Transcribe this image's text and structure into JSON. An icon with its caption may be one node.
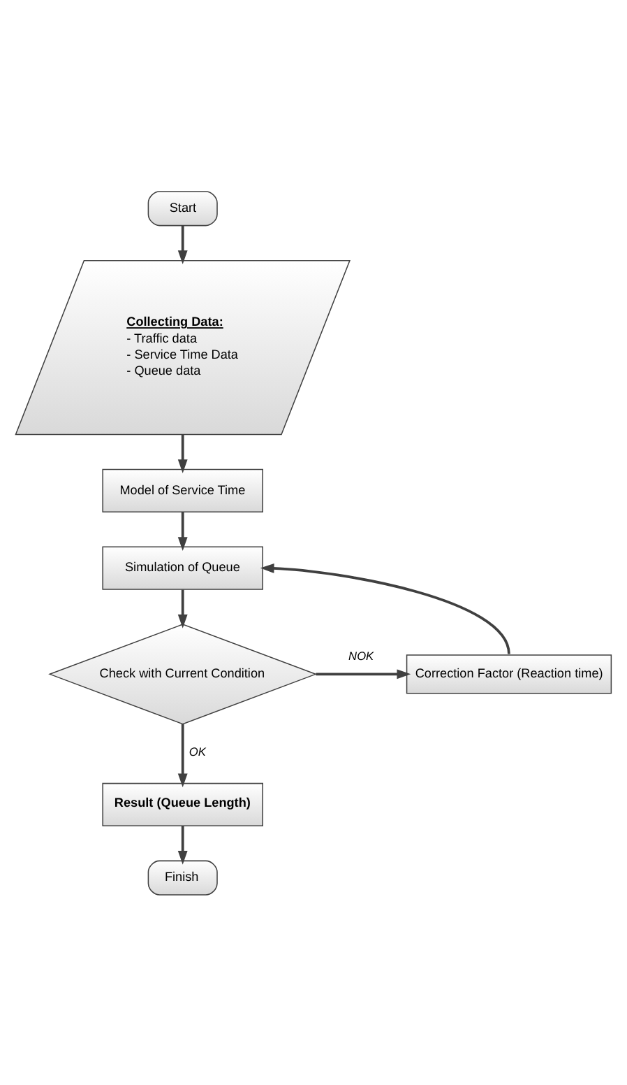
{
  "diagram": {
    "nodes": [
      {
        "text": [
          "Start"
        ]
      },
      {
        "text": [
          "Collecting Data:",
          "- Traffic data",
          "- Service Time Data",
          "- Queue data"
        ]
      },
      {
        "text": [
          "Model of Service Time"
        ]
      },
      {
        "text": [
          "Simulation of Queue"
        ]
      },
      {
        "text": [
          "Check with Current Condition"
        ]
      },
      {
        "text": [
          "Correction Factor (Reaction time)"
        ]
      },
      {
        "text": [
          "Result (Queue Length)"
        ]
      },
      {
        "text": [
          "Finish"
        ]
      }
    ],
    "edges": [
      {
        "from": 0,
        "to": 1,
        "arrow": "to"
      },
      {
        "from": 1,
        "to": 2,
        "arrow": "to"
      },
      {
        "from": 2,
        "to": 3,
        "arrow": "to"
      },
      {
        "from": 3,
        "to": 4,
        "arrow": "to"
      },
      {
        "from": 4,
        "to": 5,
        "arrow": "to",
        "label": "NOK"
      },
      {
        "from": 5,
        "to": 3,
        "arrow": "to"
      },
      {
        "from": 4,
        "to": 6,
        "arrow": "to",
        "label": "OK"
      },
      {
        "from": 6,
        "to": 7,
        "arrow": "to"
      }
    ]
  }
}
